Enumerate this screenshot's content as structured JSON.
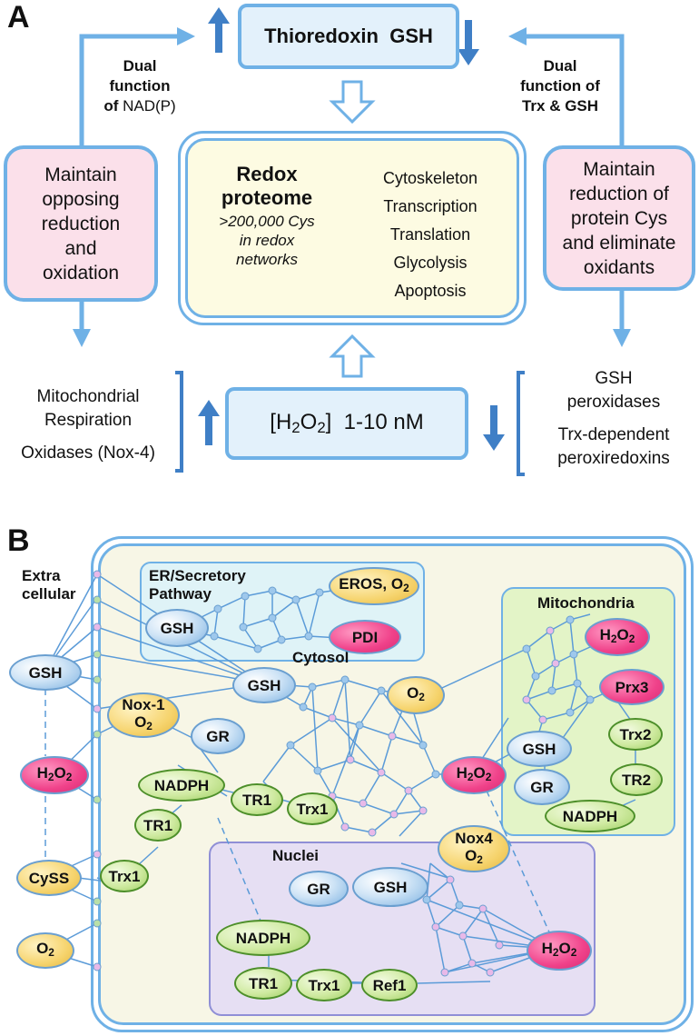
{
  "panel_a": {
    "letter": "A",
    "top_box": "Thioredoxin  GSH",
    "left_note_1": "Dual",
    "left_note_2": "function",
    "left_note_3_bold": "of",
    "left_note_3_rest": " NAD(P)",
    "right_note_1": "Dual",
    "right_note_2": "function of",
    "right_note_3": "Trx & GSH",
    "left_box": [
      "Maintain",
      "opposing",
      "reduction",
      "and",
      "oxidation"
    ],
    "right_box": [
      "Maintain",
      "reduction of",
      "protein Cys",
      "and eliminate",
      "oxidants"
    ],
    "center_title_1": "Redox",
    "center_title_2": "proteome",
    "center_sub": [
      ">200,000 Cys",
      "in redox",
      "networks"
    ],
    "center_list": [
      "Cytoskeleton",
      "Transcription",
      "Translation",
      "Glycolysis",
      "Apoptosis"
    ],
    "h2o2_box_pre": "[H",
    "h2o2_box_sub1": "2",
    "h2o2_box_mid": "O",
    "h2o2_box_sub2": "2",
    "h2o2_box_post": "]  1-10 nM",
    "left_sources": [
      "Mitochondrial",
      "Respiration",
      "Oxidases (Nox-4)"
    ],
    "right_sinks": [
      "GSH",
      "peroxidases",
      "Trx-dependent",
      "peroxiredoxins"
    ]
  },
  "panel_b": {
    "letter": "B",
    "extracellular": [
      "Extra",
      "cellular"
    ],
    "er_title": [
      "ER/Secretory",
      "Pathway"
    ],
    "mito_title": "Mitochondria",
    "cytosol_title": "Cytosol",
    "nuclei_title": "Nuclei",
    "nodes": {
      "gsh": "GSH",
      "h2o2_h": "H",
      "h2o2_o": "O",
      "sub2": "2",
      "cyss": "CySS",
      "o2_o": "O",
      "nox1": "Nox-1",
      "gr": "GR",
      "nadph": "NADPH",
      "tr1": "TR1",
      "trx1": "Trx1",
      "eros": "EROS, O",
      "pdi": "PDI",
      "prx3": "Prx3",
      "trx2": "Trx2",
      "tr2": "TR2",
      "nox4": "Nox4",
      "ref1": "Ref1"
    }
  },
  "colors": {
    "arrow": "#6fb1e6",
    "dark_arrow": "#3f7fc6",
    "pink_box": "#fbe0ea",
    "blue_box": "#e3f1fb",
    "center_box": "#fdfbe2",
    "cell": "#f7f6e6",
    "er": "#dff3f7",
    "mito": "#e3f4c7",
    "nuclei": "#e6dff3"
  }
}
